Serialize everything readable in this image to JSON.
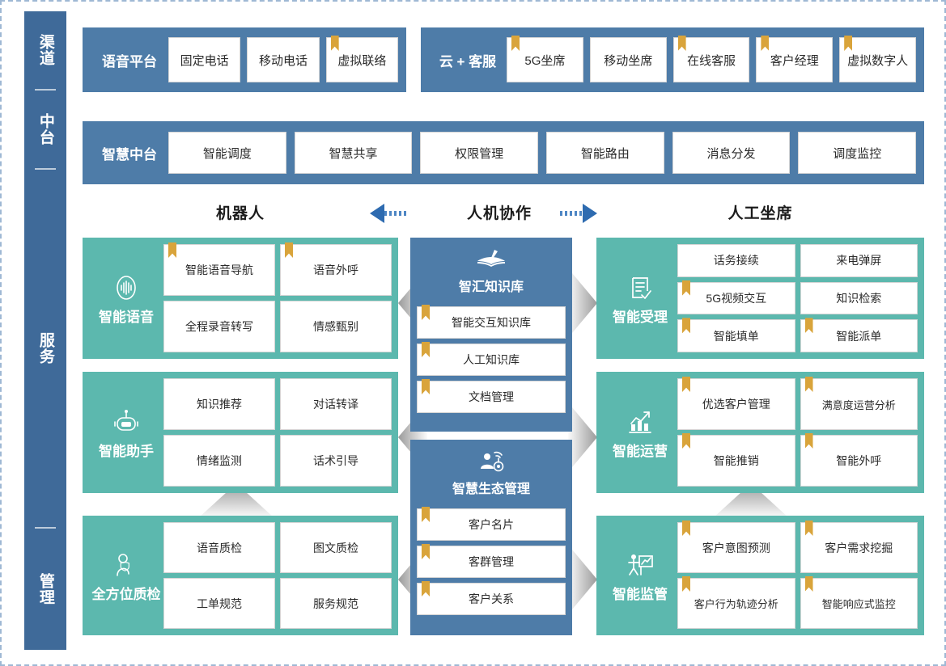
{
  "rail": {
    "items": [
      {
        "label": "渠道",
        "name": "rail-channel"
      },
      {
        "label": "中台",
        "name": "rail-midend"
      },
      {
        "label": "服务",
        "name": "rail-service"
      },
      {
        "label": "管理",
        "name": "rail-management"
      }
    ]
  },
  "colors": {
    "blue": "#4E7CA8",
    "rail_blue": "#3F6A99",
    "teal": "#5CB8AE",
    "flag_gold": "#D9A43B",
    "arrow_blue": "#2E6BB0",
    "border_dash": "#9FB8D4"
  },
  "channel": {
    "voice_platform": {
      "title": "语音平台",
      "items": [
        {
          "label": "固定电话",
          "flag": false
        },
        {
          "label": "移动电话",
          "flag": false
        },
        {
          "label": "虚拟联络",
          "flag": true
        }
      ]
    },
    "cloud_service": {
      "title": "云 + 客服",
      "items": [
        {
          "label": "5G坐席",
          "flag": true
        },
        {
          "label": "移动坐席",
          "flag": false
        },
        {
          "label": "在线客服",
          "flag": true
        },
        {
          "label": "客户经理",
          "flag": true
        },
        {
          "label": "虚拟数字人",
          "flag": true
        }
      ]
    }
  },
  "midend": {
    "title": "智慧中台",
    "items": [
      {
        "label": "智能调度",
        "flag": false
      },
      {
        "label": "智慧共享",
        "flag": false
      },
      {
        "label": "权限管理",
        "flag": false
      },
      {
        "label": "智能路由",
        "flag": false
      },
      {
        "label": "消息分发",
        "flag": false
      },
      {
        "label": "调度监控",
        "flag": false
      }
    ]
  },
  "column_headers": {
    "robot": "机器人",
    "collaboration": "人机协作",
    "agent": "人工坐席"
  },
  "left_panels": [
    {
      "id": "p-voice",
      "title": "智能语音",
      "icon": "voice-wave-icon",
      "items": [
        {
          "label": "智能语音导航",
          "flag": true
        },
        {
          "label": "语音外呼",
          "flag": true
        },
        {
          "label": "全程录音转写",
          "flag": false
        },
        {
          "label": "情感甄别",
          "flag": false
        }
      ]
    },
    {
      "id": "p-assist",
      "title": "智能助手",
      "icon": "robot-head-icon",
      "items": [
        {
          "label": "知识推荐",
          "flag": false
        },
        {
          "label": "对话转译",
          "flag": false
        },
        {
          "label": "情绪监测",
          "flag": false
        },
        {
          "label": "话术引导",
          "flag": false
        }
      ]
    },
    {
      "id": "p-qc",
      "title": "全方位质检",
      "icon": "person-shield-icon",
      "items": [
        {
          "label": "语音质检",
          "flag": false
        },
        {
          "label": "图文质检",
          "flag": false
        },
        {
          "label": "工单规范",
          "flag": false
        },
        {
          "label": "服务规范",
          "flag": false
        }
      ]
    }
  ],
  "center_stacks": [
    {
      "id": "c-kb",
      "title": "智汇知识库",
      "icon": "open-book-pen-icon",
      "items": [
        {
          "label": "智能交互知识库",
          "flag": true
        },
        {
          "label": "人工知识库",
          "flag": true
        },
        {
          "label": "文档管理",
          "flag": true
        }
      ]
    },
    {
      "id": "c-eco",
      "title": "智慧生态管理",
      "icon": "person-network-icon",
      "items": [
        {
          "label": "客户名片",
          "flag": true
        },
        {
          "label": "客群管理",
          "flag": true
        },
        {
          "label": "客户关系",
          "flag": true
        }
      ]
    }
  ],
  "right_panels": [
    {
      "id": "p-accept",
      "title": "智能受理",
      "icon": "form-check-icon",
      "items": [
        {
          "label": "话务接续",
          "flag": false
        },
        {
          "label": "来电弹屏",
          "flag": false
        },
        {
          "label": "5G视频交互",
          "flag": true
        },
        {
          "label": "知识检索",
          "flag": false
        },
        {
          "label": "智能填单",
          "flag": true
        },
        {
          "label": "智能派单",
          "flag": true
        }
      ]
    },
    {
      "id": "p-operate",
      "title": "智能运营",
      "icon": "bar-chart-trend-icon",
      "items": [
        {
          "label": "优选客户管理",
          "flag": true
        },
        {
          "label": "满意度运营分析",
          "flag": true
        },
        {
          "label": "智能推销",
          "flag": true
        },
        {
          "label": "智能外呼",
          "flag": true
        }
      ]
    },
    {
      "id": "p-supervise",
      "title": "智能监管",
      "icon": "presenter-chart-icon",
      "items": [
        {
          "label": "客户意图预测",
          "flag": true
        },
        {
          "label": "客户需求挖掘",
          "flag": true
        },
        {
          "label": "客户行为轨迹分析",
          "flag": true
        },
        {
          "label": "智能响应式监控",
          "flag": true
        }
      ]
    }
  ]
}
